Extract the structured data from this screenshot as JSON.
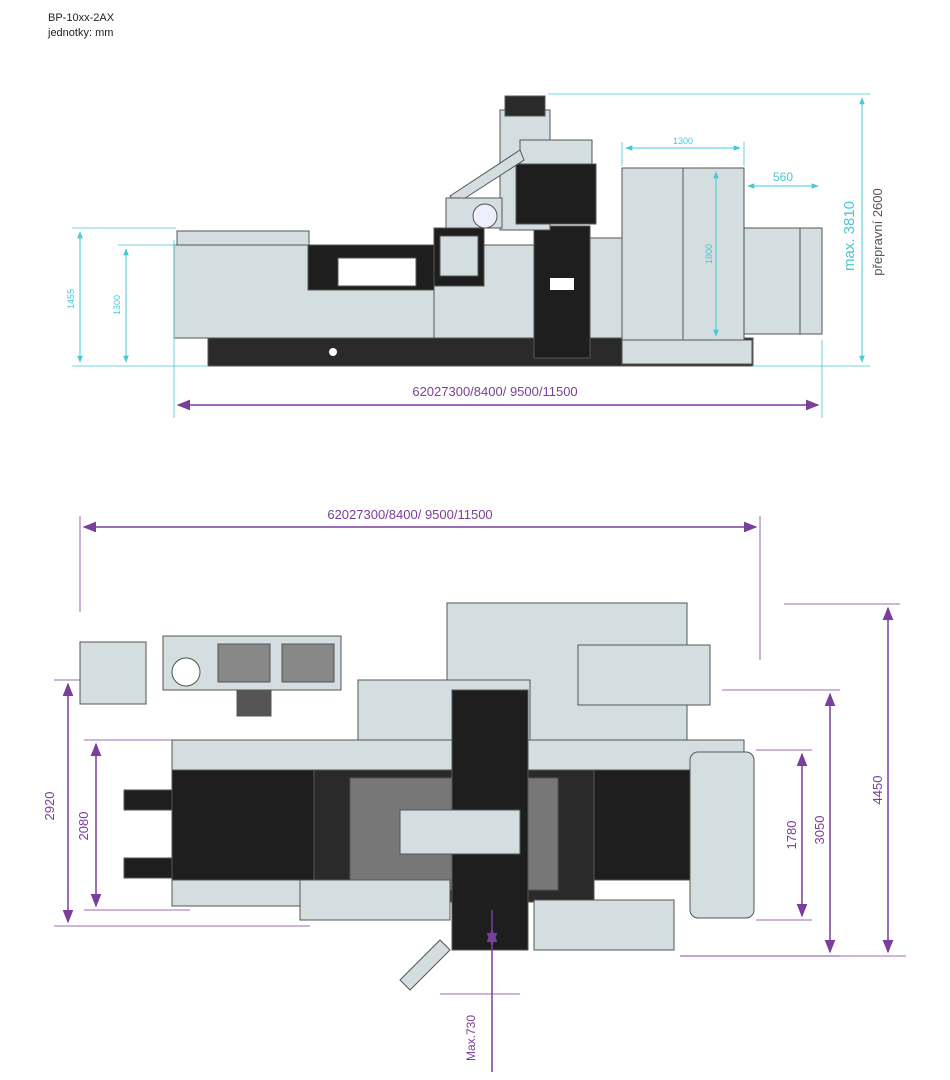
{
  "header": {
    "model": "BP-10xx-2AX",
    "units": "jednotky: mm"
  },
  "side_view": {
    "length": "62027300/8400/ 9500/11500",
    "height_1455": "1455",
    "height_1300": "1300",
    "cabinet_width": "1300",
    "cabinet_height": "1800",
    "offset_560": "560",
    "max_height": "max. 3810",
    "transport_height": "přepravní 2600"
  },
  "top_view": {
    "length": "62027300/8400/ 9500/11500",
    "dim_2920": "2920",
    "dim_2080": "2080",
    "dim_1780": "1780",
    "dim_3050": "3050",
    "dim_4450": "4450",
    "dim_max730": "Max.730"
  },
  "colors": {
    "dimension": "#7a3e9d",
    "aux": "#46c8d6",
    "body": "#d4dde0",
    "dark": "#1e1e1e",
    "line": "#555555"
  }
}
